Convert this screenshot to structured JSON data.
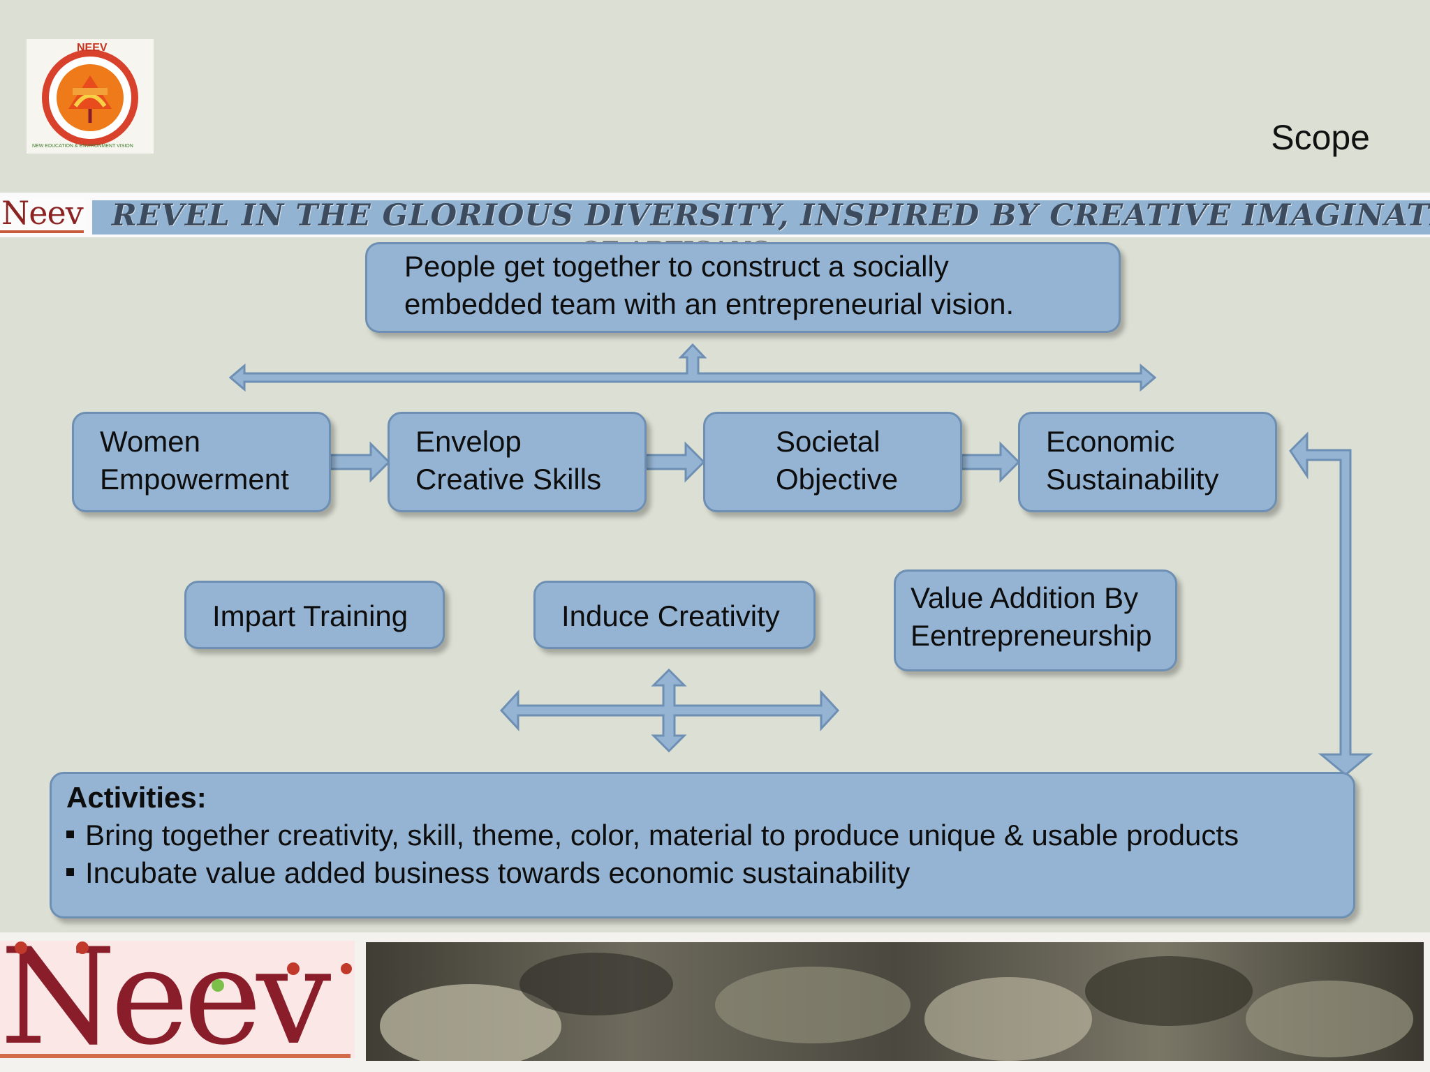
{
  "header": {
    "page_title": "Scope"
  },
  "logo": {
    "text": "NEEV",
    "ring_text": "NEW EDUCATION & ENVIRONMENT VISION"
  },
  "banner": {
    "mini_logo": "Neev",
    "tagline": "REVEL IN THE GLORIOUS DIVERSITY, INSPIRED BY CREATIVE IMAGINATION",
    "tagline_line2": "OF ARTISANS..."
  },
  "diagram": {
    "top_box": {
      "line1": "People get together to construct a socially",
      "line2": "embedded team with an entrepreneurial vision."
    },
    "flow": [
      {
        "line1": "Women",
        "line2": "Empowerment"
      },
      {
        "line1": "Envelop",
        "line2": "Creative Skills"
      },
      {
        "line1": "Societal",
        "line2": "Objective"
      },
      {
        "line1": "Economic",
        "line2": "Sustainability"
      }
    ],
    "means": {
      "training": "Impart Training",
      "creativity": "Induce Creativity",
      "value_line1": "Value Addition By",
      "value_line2": "Eentrepreneurship"
    },
    "activities": {
      "heading": "Activities:",
      "items": [
        "Bring together creativity, skill, theme, color, material to produce unique & usable products",
        "Incubate value added business towards economic sustainability"
      ]
    }
  },
  "footer": {
    "brand": "Neev"
  },
  "colors": {
    "background": "#dcdfd3",
    "box_fill": "#95b4d3",
    "box_border": "#6c8fb3",
    "brand_red": "#8a1d2a",
    "logo_orange": "#ef7a1a"
  }
}
